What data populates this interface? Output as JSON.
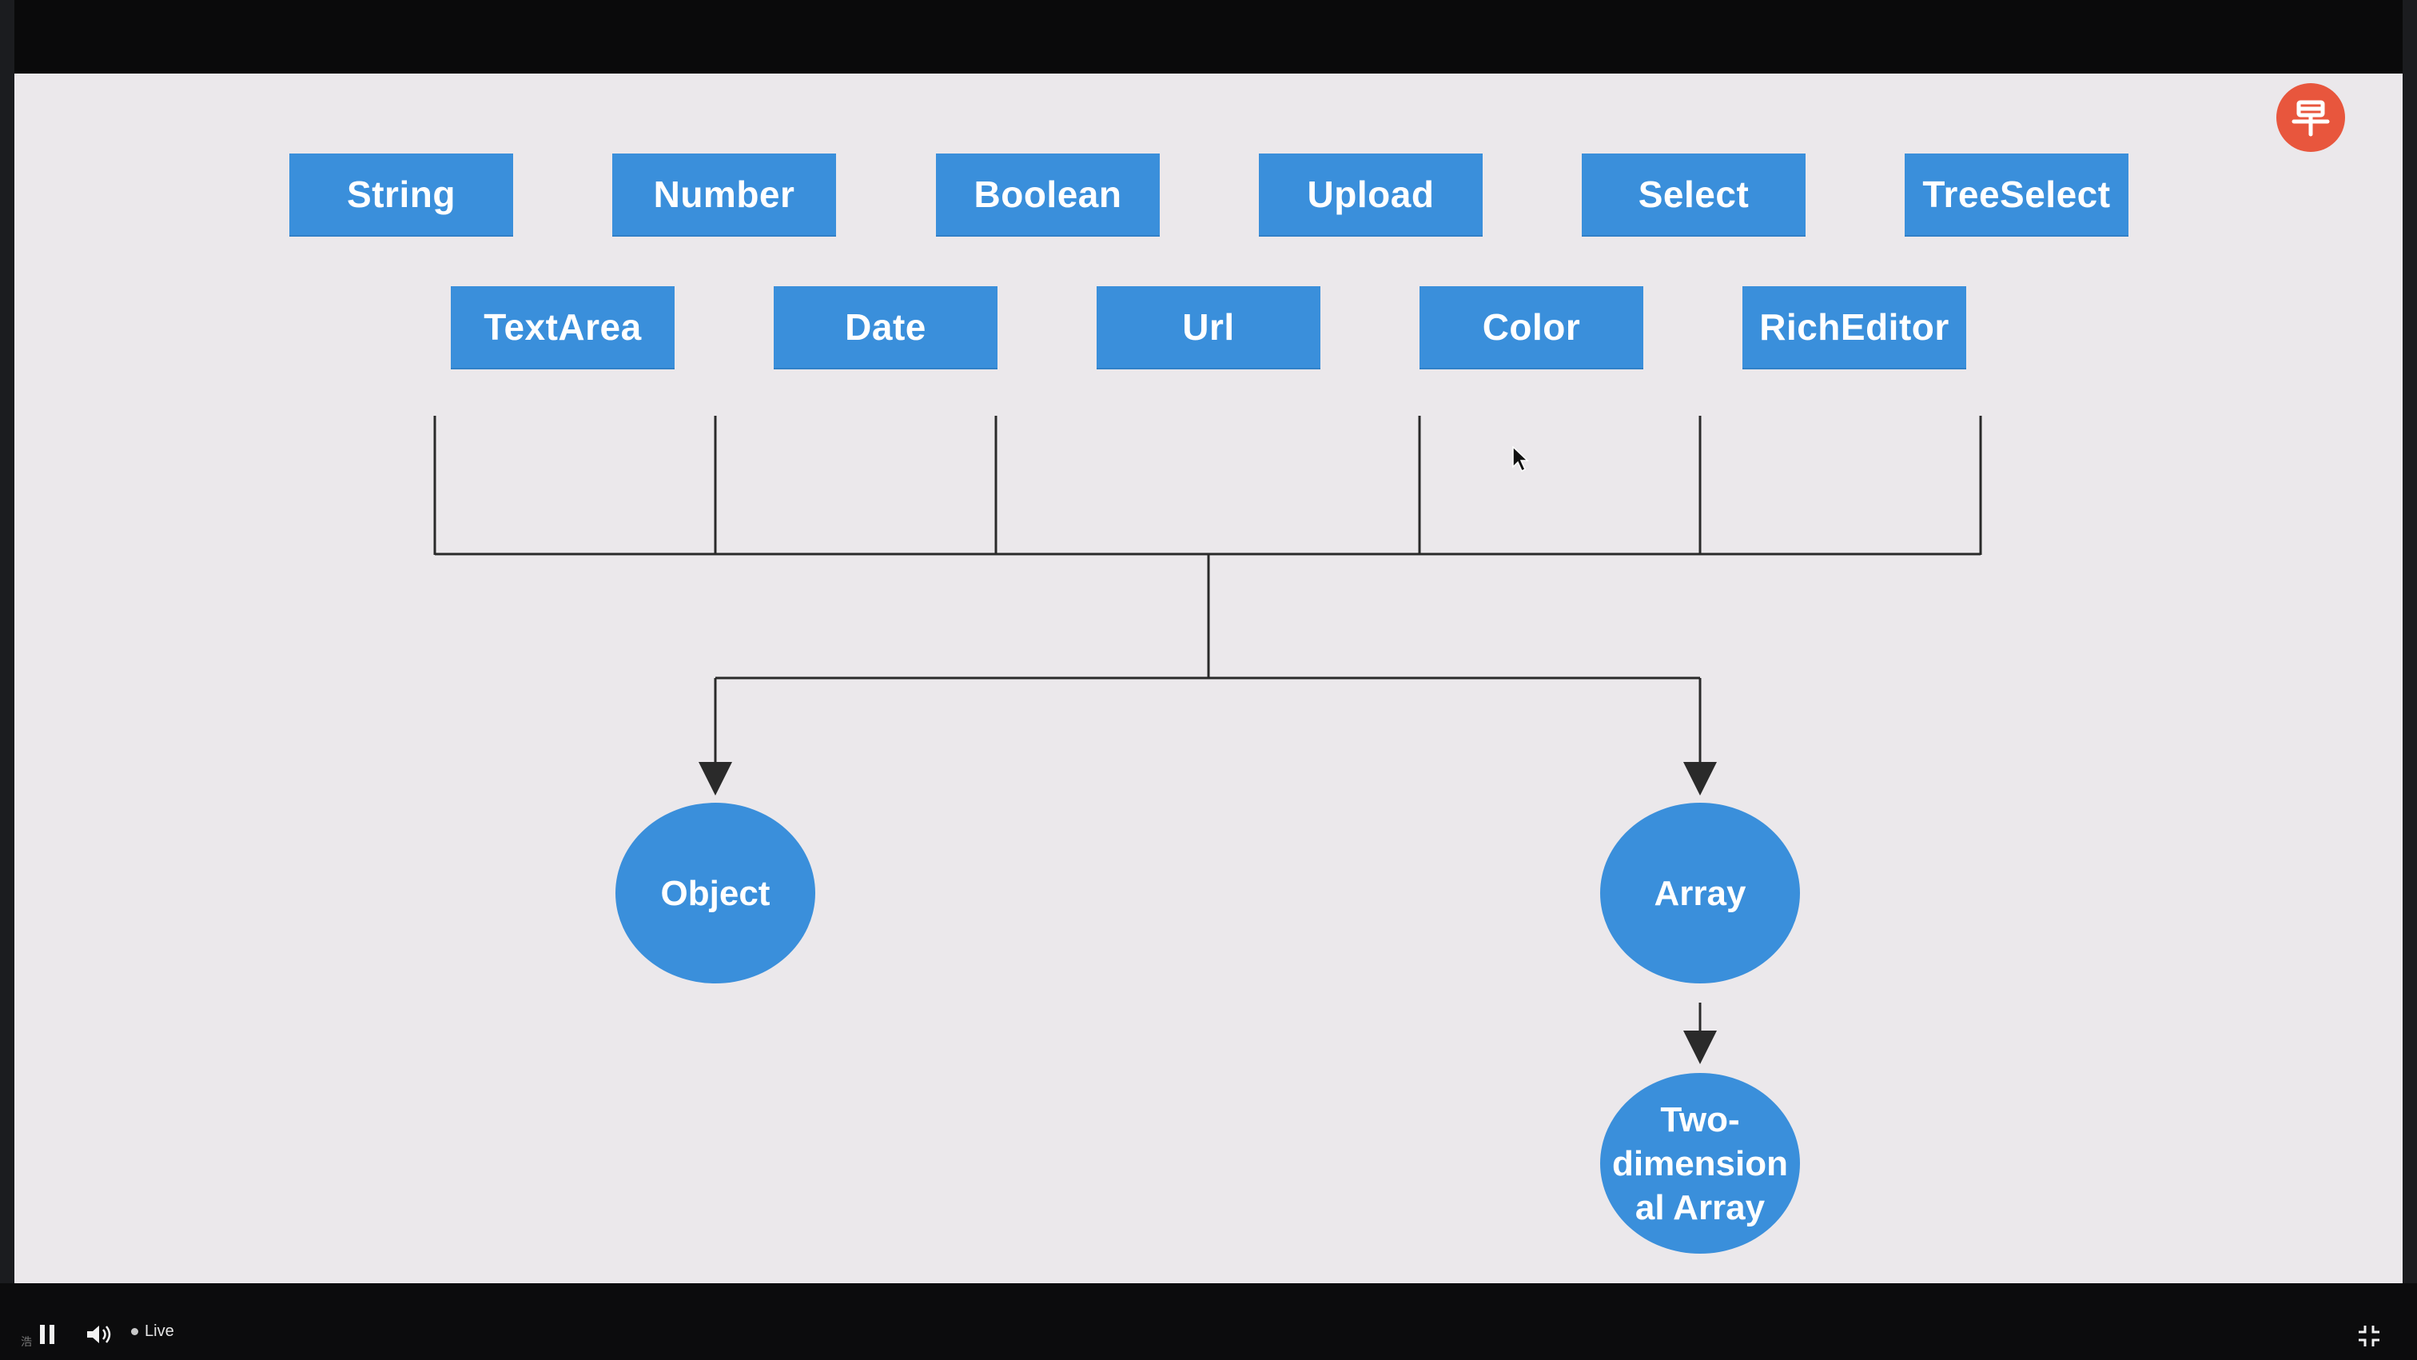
{
  "diagram": {
    "top_row": [
      "String",
      "Number",
      "Boolean",
      "Upload",
      "Select",
      "TreeSelect"
    ],
    "second_row": [
      "TextArea",
      "Date",
      "Url",
      "Color",
      "RichEditor"
    ],
    "nodes": {
      "object": "Object",
      "array": "Array",
      "two_dim_array": "Two-\ndimension\nal Array"
    }
  },
  "player": {
    "live_label": "Live",
    "corner_text": "浩"
  },
  "colors": {
    "box_blue": "#3a8fdb",
    "slide_bg": "#ebe8eb",
    "logo_red": "#e8563d",
    "line": "#2a2a2a"
  },
  "icons": [
    "brand-logo-icon",
    "cursor-icon",
    "pause-icon",
    "volume-icon",
    "exit-fullscreen-icon"
  ]
}
